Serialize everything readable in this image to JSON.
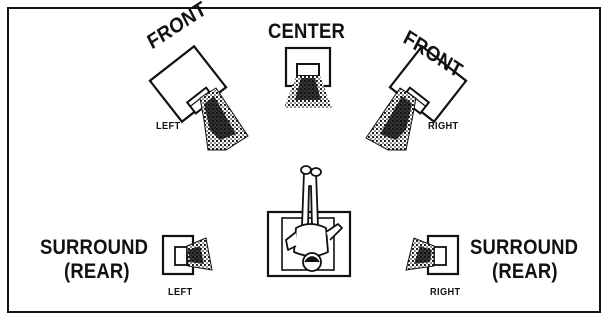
{
  "labels": {
    "front": "FRONT",
    "center": "CENTER",
    "surround": "SURROUND",
    "rear": "(REAR)",
    "left": "LEFT",
    "right": "RIGHT"
  },
  "colors": {
    "ink": "#111111",
    "background": "#ffffff"
  },
  "icons": {
    "speaker": "speaker-icon",
    "listener": "listener-icon",
    "sound_beam": "sound-beam-icon"
  }
}
